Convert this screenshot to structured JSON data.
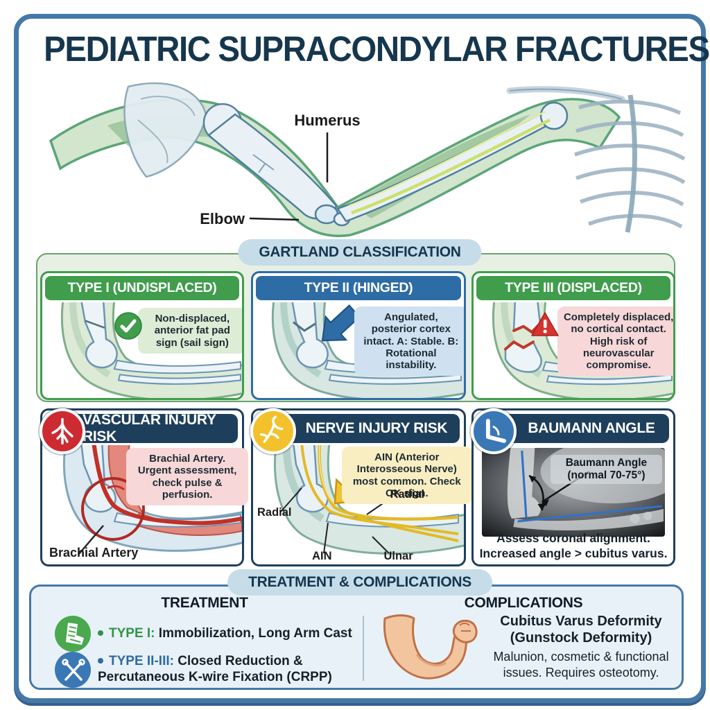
{
  "title": "PEDIATRIC SUPRACONDYLAR FRACTURES",
  "colors": {
    "frame_blue": "#4579a8",
    "navy": "#1e3f5c",
    "title_navy": "#16364e",
    "green": "#3f9d4c",
    "type2_blue": "#2e6ca6",
    "pill_bg": "#c6dde9",
    "note_green": "#ddecd5",
    "note_blue": "#cfe1f0",
    "note_pink": "#f7d7d7",
    "note_yellow": "#f9eec2",
    "artery_red": "#c23027",
    "nerve_yellow": "#f2c12c",
    "xray_line_blue": "#2f72c8"
  },
  "anatomy": {
    "humerus": "Humerus",
    "elbow": "Elbow"
  },
  "gartland": {
    "header": "GARTLAND CLASSIFICATION",
    "types": [
      {
        "title": "TYPE I (UNDISPLACED)",
        "note": "Non-displaced, anterior fat pad sign (sail sign)",
        "icon": "check-circle"
      },
      {
        "title": "TYPE II (HINGED)",
        "note": "Angulated, posterior cortex intact. A: Stable. B: Rotational instability.",
        "icon": "fracture-arrow"
      },
      {
        "title": "TYPE III (DISPLACED)",
        "note": "Completely displaced, no cortical contact. High risk of neurovascular compromise.",
        "icon": "warning-triangle"
      }
    ]
  },
  "vascular": {
    "title": "VASCULAR INJURY RISK",
    "note": "Brachial Artery. Urgent assessment, check pulse & perfusion.",
    "label": "Brachial Artery"
  },
  "nerve": {
    "title": "NERVE INJURY RISK",
    "note": "AIN (Anterior Interosseous Nerve) most common. Check OK sign.",
    "labels": {
      "radial_left": "Radial",
      "radial_right": "Radial",
      "ain": "AIN",
      "ulnar": "Ulnar"
    }
  },
  "baumann": {
    "title": "BAUMANN ANGLE",
    "annotation": "Baumann Angle (normal 70-75°)",
    "caption1": "Assess coronal alignment.",
    "caption2": "Increased angle > cubitus varus."
  },
  "bottom": {
    "header": "TREATMENT & COMPLICATIONS",
    "treatment": {
      "heading": "TREATMENT",
      "items": [
        {
          "label": "TYPE I:",
          "text": "Immobilization, Long Arm Cast",
          "icon": "arm-cast"
        },
        {
          "label": "TYPE II-III:",
          "text": "Closed Reduction & Percutaneous K-wire Fixation (CRPP)",
          "icon": "k-wires"
        }
      ]
    },
    "complications": {
      "heading": "COMPLICATIONS",
      "title1": "Cubitus Varus Deformity",
      "title2": "(Gunstock Deformity)",
      "text": "Malunion, cosmetic & functional issues. Requires osteotomy."
    }
  }
}
